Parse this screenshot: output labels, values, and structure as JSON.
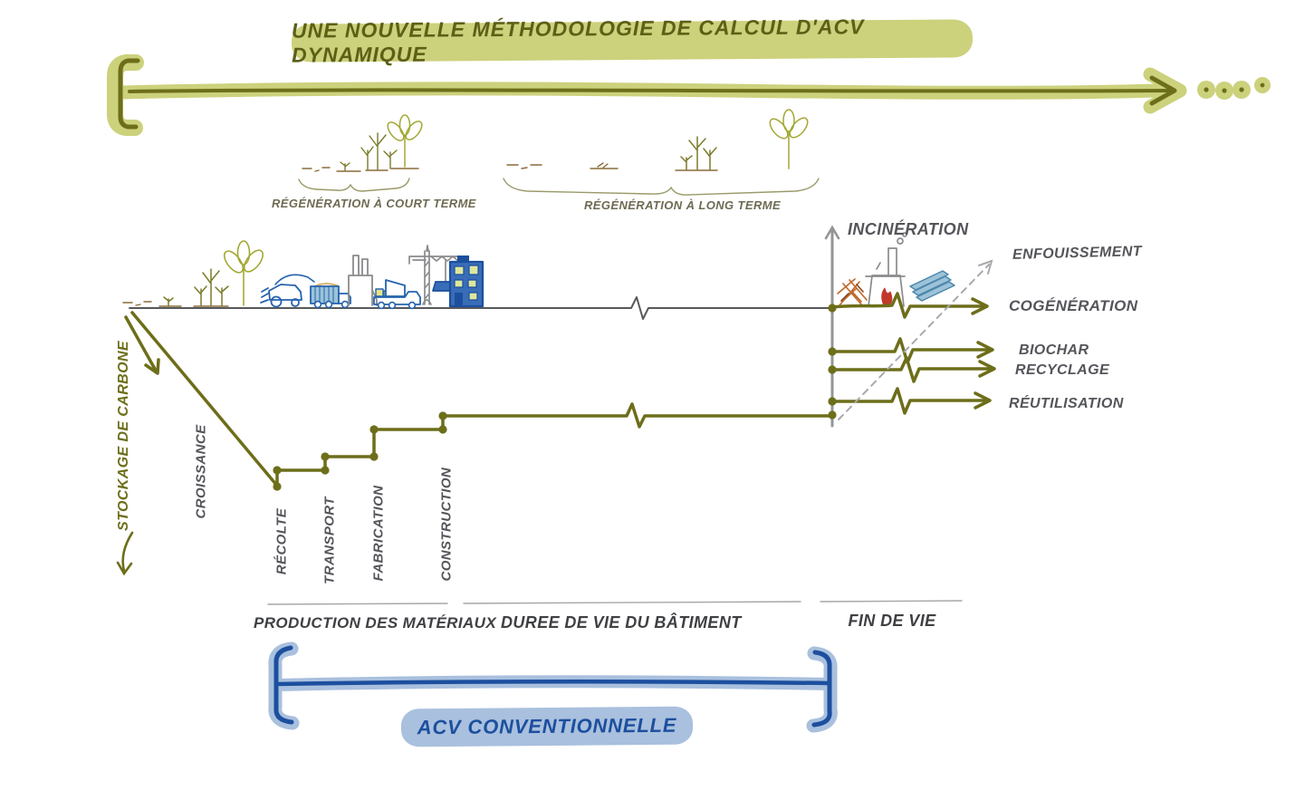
{
  "title": "UNE NOUVELLE MÉTHODOLOGIE DE CALCUL D'ACV DYNAMIQUE",
  "y_axis": {
    "label": "STOCKAGE DE CARBONE"
  },
  "regeneration": {
    "short_term_label": "RÉGÉNÉRATION À COURT TERME",
    "long_term_label": "RÉGÉNÉRATION À LONG TERME"
  },
  "lifecycle_steps": {
    "croissance": "CROISSANCE",
    "recolte": "RÉCOLTE",
    "transport": "TRANSPORT",
    "fabrication": "FABRICATION",
    "construction": "CONSTRUCTION"
  },
  "end_of_life_paths": {
    "incineration": "INCINÉRATION",
    "enfouissement": "ENFOUISSEMENT",
    "cogeneration": "COGÉNÉRATION",
    "biochar": "BIOCHAR",
    "recyclage": "RECYCLAGE",
    "reutilisation": "RÉUTILISATION"
  },
  "phases": {
    "production": "PRODUCTION DES MATÉRIAUX",
    "building_life": "DUREE DE VIE DU BÂTIMENT",
    "end_of_life": "FIN DE VIE"
  },
  "acv_label": "ACV CONVENTIONNELLE",
  "colors": {
    "olive_dark": "#6d6e1a",
    "olive_light": "#ccd17c",
    "gray": "#58595b",
    "gray_light": "#939598",
    "blue_dark": "#1c4f9e",
    "blue_light": "#a9c0de",
    "brown": "#8a6b3a",
    "orange": "#c06a2d",
    "flame_red": "#c0392b"
  },
  "icons": [
    "plant-growth-icon",
    "harvester-icon",
    "grain-truck-icon",
    "factory-icon",
    "materials-truck-icon",
    "crane-icon",
    "building-icon",
    "wood-pile-icon",
    "incinerator-icon",
    "lumber-stack-icon",
    "short-term-plants-icon",
    "long-term-plants-icon"
  ]
}
